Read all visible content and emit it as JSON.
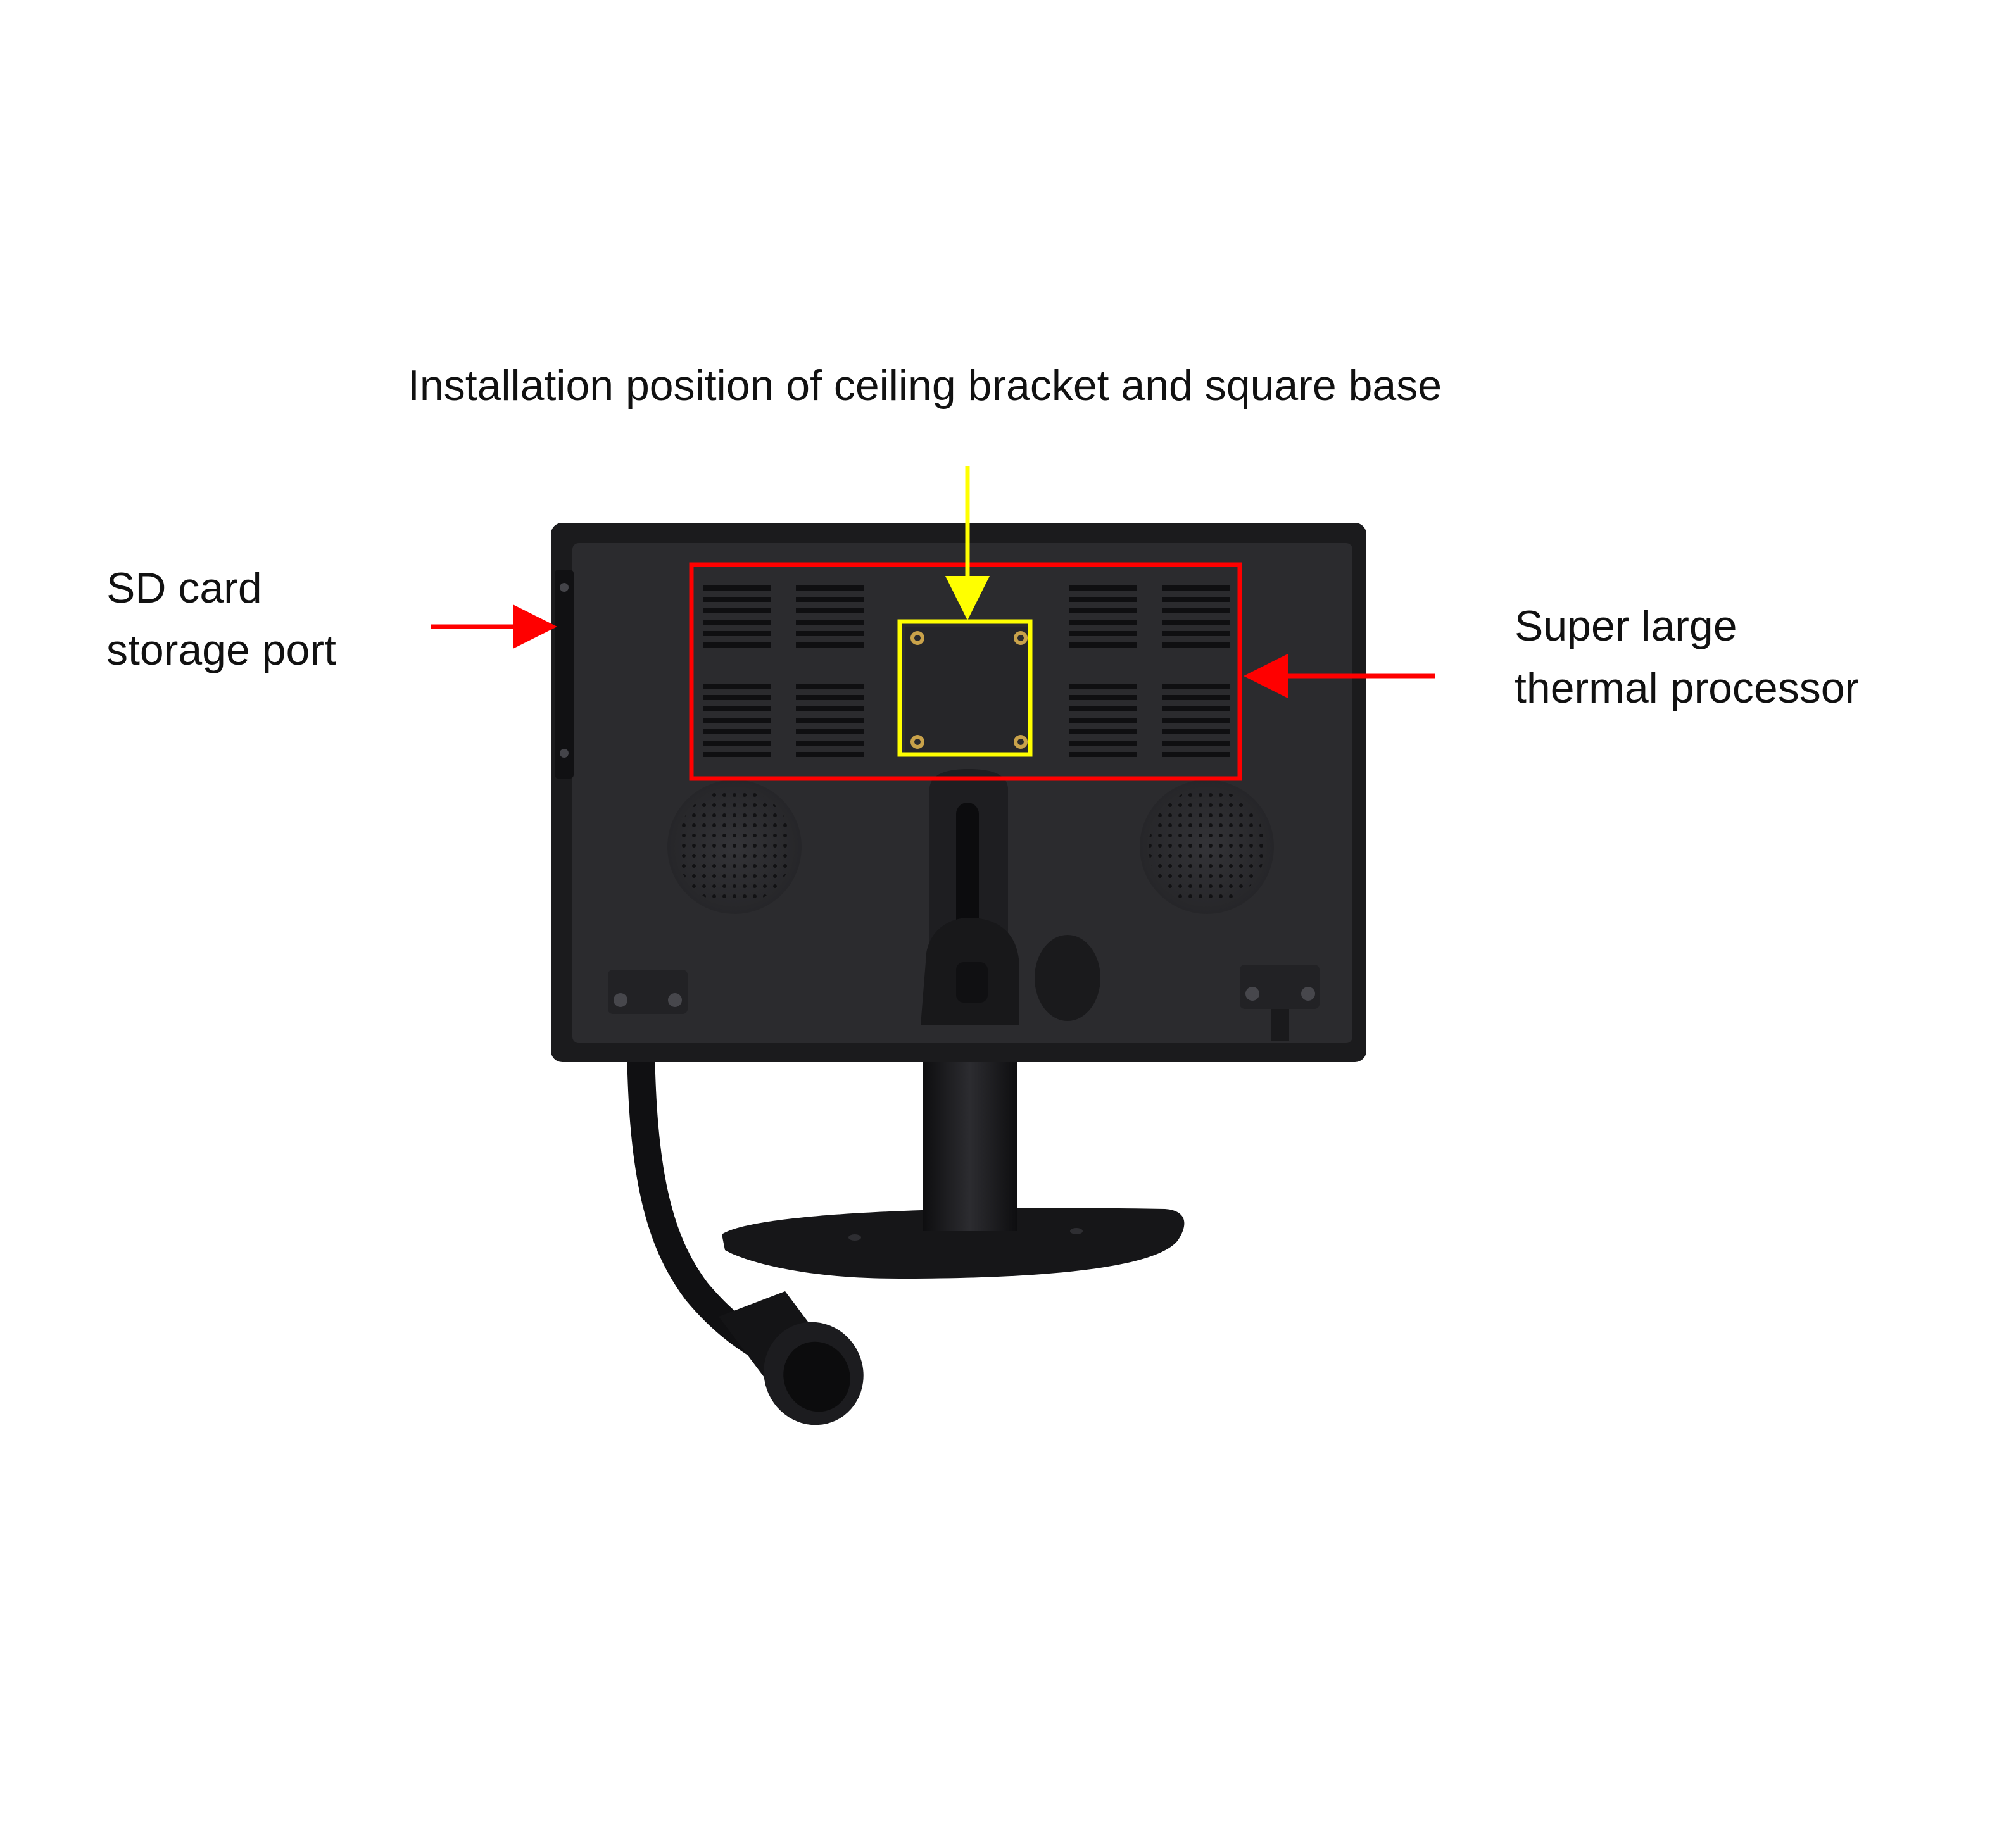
{
  "annotations": {
    "mount_label": "Installation position of ceiling bracket and square base",
    "sd_label": [
      "SD card",
      "storage port"
    ],
    "thermal_label": [
      "Super large",
      "thermal processor"
    ]
  },
  "colors": {
    "background": "#ffffff",
    "callout_red": "#ff0000",
    "callout_yellow": "#ffff00",
    "device_body": "#1b1b1d",
    "device_panel": "#2a2a2d",
    "screw_brass": "#c9a24a"
  },
  "icons": {
    "mount_box": "square-outline",
    "heat_box": "rectangle-outline",
    "arrows": "arrow-right, arrow-left, arrow-down"
  }
}
